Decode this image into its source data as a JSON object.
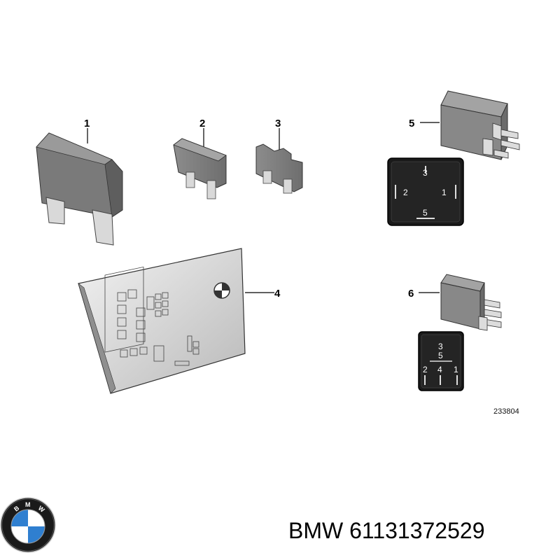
{
  "callouts": [
    "1",
    "2",
    "3",
    "4",
    "5",
    "6"
  ],
  "relay5_pins": [
    "3",
    "2",
    "1",
    "5"
  ],
  "relay6_pins": [
    "3",
    "5",
    "2",
    "4",
    "1"
  ],
  "diagram_id": "233804",
  "logo": {
    "name": "bmw-logo-icon",
    "lettering": "BMW",
    "colors": {
      "blue": "#2f7fd0",
      "white": "#ffffff",
      "ring": "#1a1a1a"
    }
  },
  "caption": "BMW 61131372529"
}
